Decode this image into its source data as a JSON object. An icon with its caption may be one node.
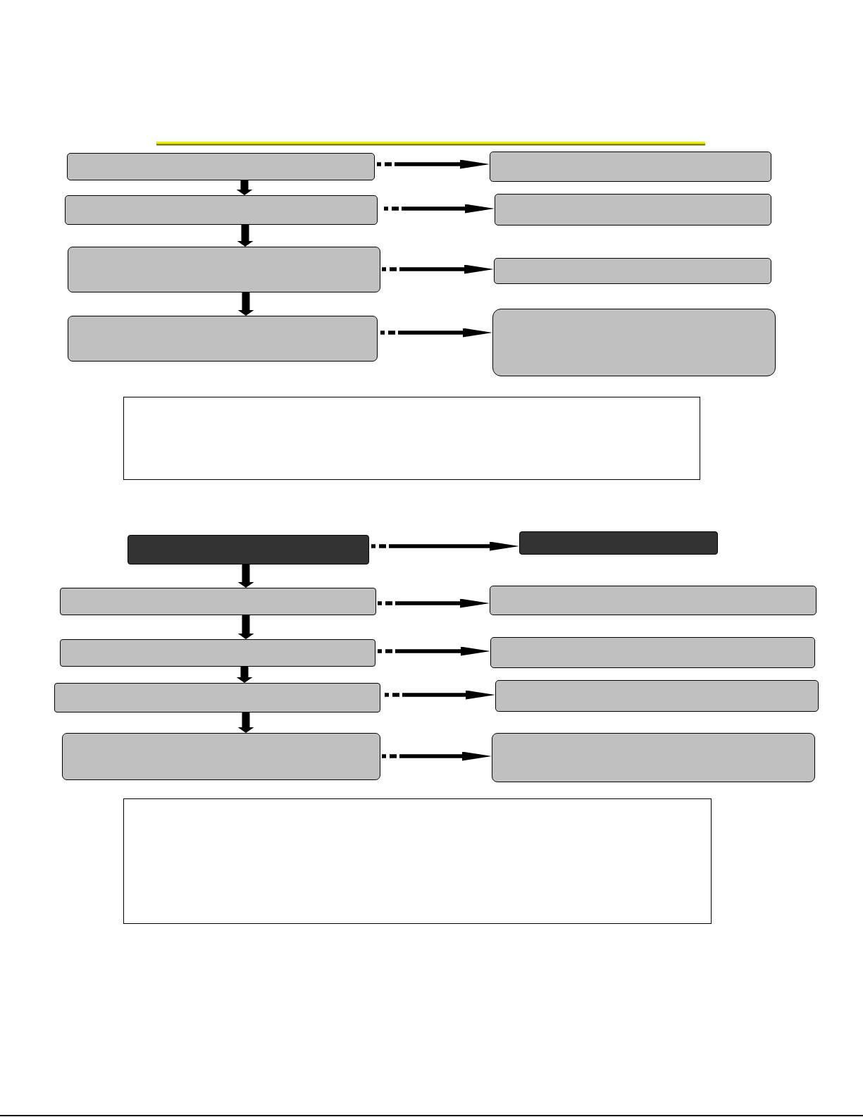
{
  "diagram": {
    "nodes": [
      {
        "text": [],
        "shape": "box"
      },
      {
        "text": [],
        "shape": "box"
      },
      {
        "text": [],
        "shape": "box"
      },
      {
        "text": [],
        "shape": "box"
      },
      {
        "text": [],
        "shape": "box"
      },
      {
        "text": [],
        "shape": "box"
      },
      {
        "text": [],
        "shape": "box"
      },
      {
        "text": [],
        "shape": "box"
      },
      {
        "text": [],
        "shape": "box"
      },
      {
        "text": [],
        "shape": "box"
      },
      {
        "text": [],
        "shape": "box"
      },
      {
        "text": [],
        "shape": "box"
      },
      {
        "text": [],
        "shape": "box"
      },
      {
        "text": [],
        "shape": "box"
      },
      {
        "text": [],
        "shape": "box"
      },
      {
        "text": [],
        "shape": "box"
      },
      {
        "text": [],
        "shape": "box"
      },
      {
        "text": [],
        "shape": "box"
      },
      {
        "text": [],
        "shape": "box"
      },
      {
        "text": [],
        "shape": "box"
      }
    ],
    "edges": [
      {
        "from": 0,
        "to": 1,
        "arrow": "to",
        "style": "dashed"
      },
      {
        "from": 0,
        "to": 2,
        "arrow": "to",
        "style": "thick"
      },
      {
        "from": 2,
        "to": 3,
        "arrow": "to",
        "style": "dashed"
      },
      {
        "from": 2,
        "to": 4,
        "arrow": "to",
        "style": "thick"
      },
      {
        "from": 4,
        "to": 5,
        "arrow": "to",
        "style": "dashed"
      },
      {
        "from": 4,
        "to": 6,
        "arrow": "to",
        "style": "thick"
      },
      {
        "from": 6,
        "to": 7,
        "arrow": "to",
        "style": "dashed"
      },
      {
        "from": 9,
        "to": 10,
        "arrow": "to",
        "style": "dashed"
      },
      {
        "from": 9,
        "to": 11,
        "arrow": "to",
        "style": "thick"
      },
      {
        "from": 11,
        "to": 12,
        "arrow": "to",
        "style": "dashed"
      },
      {
        "from": 11,
        "to": 13,
        "arrow": "to",
        "style": "thick"
      },
      {
        "from": 13,
        "to": 14,
        "arrow": "to",
        "style": "dashed"
      },
      {
        "from": 13,
        "to": 15,
        "arrow": "to",
        "style": "thick"
      },
      {
        "from": 15,
        "to": 16,
        "arrow": "to",
        "style": "dashed"
      },
      {
        "from": 15,
        "to": 17,
        "arrow": "to",
        "style": "thick"
      },
      {
        "from": 17,
        "to": 18,
        "arrow": "to",
        "style": "dashed"
      }
    ]
  }
}
